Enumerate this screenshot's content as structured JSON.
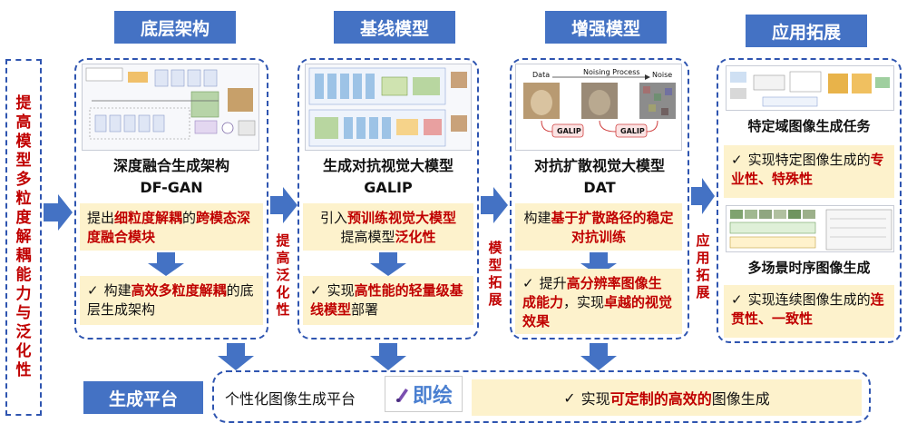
{
  "headers": [
    "底层架构",
    "基线模型",
    "增强模型",
    "应用拓展"
  ],
  "left_label": [
    "提",
    "高",
    "模",
    "型",
    "多",
    "粒",
    "度",
    "解",
    "耦",
    "能",
    "力",
    "与",
    "泛",
    "化",
    "性"
  ],
  "col1": {
    "title1": "深度融合生成架构",
    "title2": "DF-GAN",
    "box1": [
      "提出",
      "细粒度解耦",
      "的",
      "跨模态深度融合模块"
    ],
    "box2": [
      "构建",
      "高效多粒度解耦",
      "的底层生成架构"
    ]
  },
  "col2": {
    "title1": "生成对抗视觉大模型",
    "title2": "GALIP",
    "box1": [
      "引入",
      "预训练视觉大模型",
      "提高模型",
      "泛化性"
    ],
    "box2": [
      "实现",
      "高性能的轻量级基线模型",
      "部署"
    ]
  },
  "col3": {
    "title1": "对抗扩散视觉大模型",
    "title2": "DAT",
    "box1": [
      "构建",
      "基于扩散路径的稳定对抗训练"
    ],
    "box2": [
      "提升",
      "高分辨率图像生成能力",
      "，实现",
      "卓越的视觉效果"
    ],
    "fig": {
      "data": "Data",
      "process": "Noising Process",
      "noise": "Noise",
      "galip": "GALIP"
    }
  },
  "col4": {
    "title_a": "特定域图像生成任务",
    "box_a": [
      "实现特定图像生成的",
      "专业性、特殊性"
    ],
    "title_b": "多场景时序图像生成",
    "box_b": [
      "实现连续图像生成的",
      "连贯性、一致性"
    ]
  },
  "between": {
    "a": [
      "提",
      "高",
      "泛",
      "化",
      "性"
    ],
    "b": [
      "模",
      "型",
      "拓",
      "展"
    ],
    "c": [
      "应",
      "用",
      "拓",
      "展"
    ]
  },
  "platform": {
    "label": "生成平台",
    "name": "个性化图像生成平台",
    "logo": "即绘",
    "result": [
      "实现",
      "可定制的高效的",
      "图像生成"
    ]
  },
  "check": "✓",
  "colors": {
    "header": "#4472c4",
    "dash": "#2f55b0",
    "red": "#c00000",
    "yellow": "#fdf2cc",
    "arrow": "#4472c4"
  }
}
